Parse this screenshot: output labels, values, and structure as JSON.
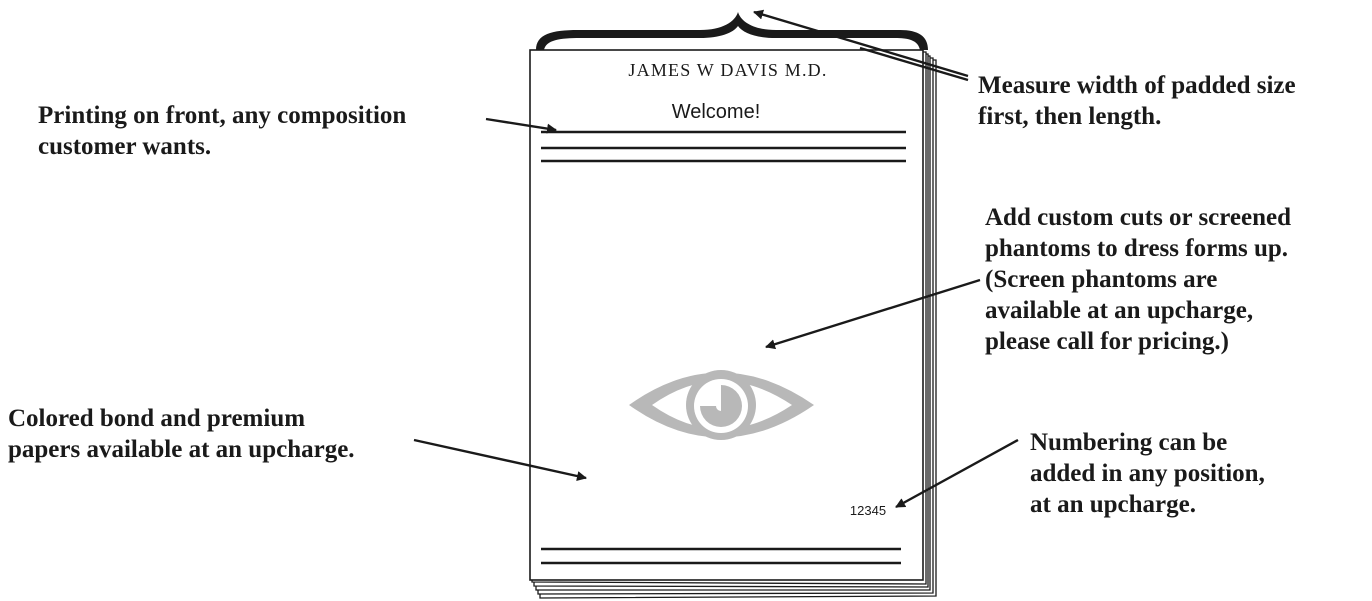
{
  "pad": {
    "header_name": "JAMES W DAVIS M.D.",
    "greeting": "Welcome!",
    "number": "12345",
    "phantom_icon": "eye-icon"
  },
  "annotations": {
    "printing": [
      "Printing on front, any composition",
      "customer wants."
    ],
    "measure": [
      "Measure width of padded size",
      "first, then length."
    ],
    "custom_cuts": [
      "Add custom cuts or screened",
      "phantoms to dress forms up.",
      "(Screen phantoms are",
      "available at an upcharge,",
      "please call for pricing.)"
    ],
    "paper": [
      "Colored bond and premium",
      "papers available at an upcharge."
    ],
    "numbering": [
      "Numbering can be",
      "added in any position,",
      "at an upcharge."
    ]
  },
  "colors": {
    "ink": "#1a1a1a",
    "phantom": "#b8b8b8"
  }
}
